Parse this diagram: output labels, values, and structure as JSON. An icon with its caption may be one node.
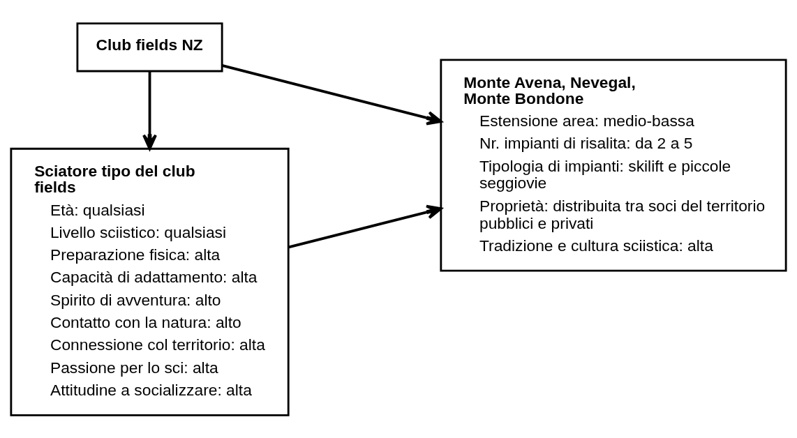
{
  "diagram": {
    "nodes": [
      {
        "text": [
          "Club fields NZ"
        ]
      },
      {
        "text": [
          "Monte Avena, Nevegal, Monte Bondone",
          "Estensione area: medio-bassa",
          "Nr. impianti di risalita: da 2 a 5",
          "Tipologia di impianti: skilift e piccole seggiovie",
          "Proprietà: distribuita tra soci del territorio pubblici e privati",
          "Tradizione e cultura sciistica: alta"
        ]
      },
      {
        "text": [
          "Sciatore tipo del club fields",
          "Età: qualsiasi",
          "Livello sciistico: qualsiasi",
          "Preparazione fisica: alta",
          "Capacità di adattamento: alta",
          "Spirito di avventura: alto",
          "Contatto con la natura: alto",
          "Connessione col territorio: alta",
          "Passione per lo sci: alta",
          "Attitudine a socializzare: alta"
        ]
      }
    ],
    "edges": [
      {
        "from": 0,
        "to": 1,
        "arrow": "to"
      },
      {
        "from": 0,
        "to": 2,
        "arrow": "to"
      },
      {
        "from": 2,
        "to": 1,
        "arrow": "to"
      }
    ]
  }
}
